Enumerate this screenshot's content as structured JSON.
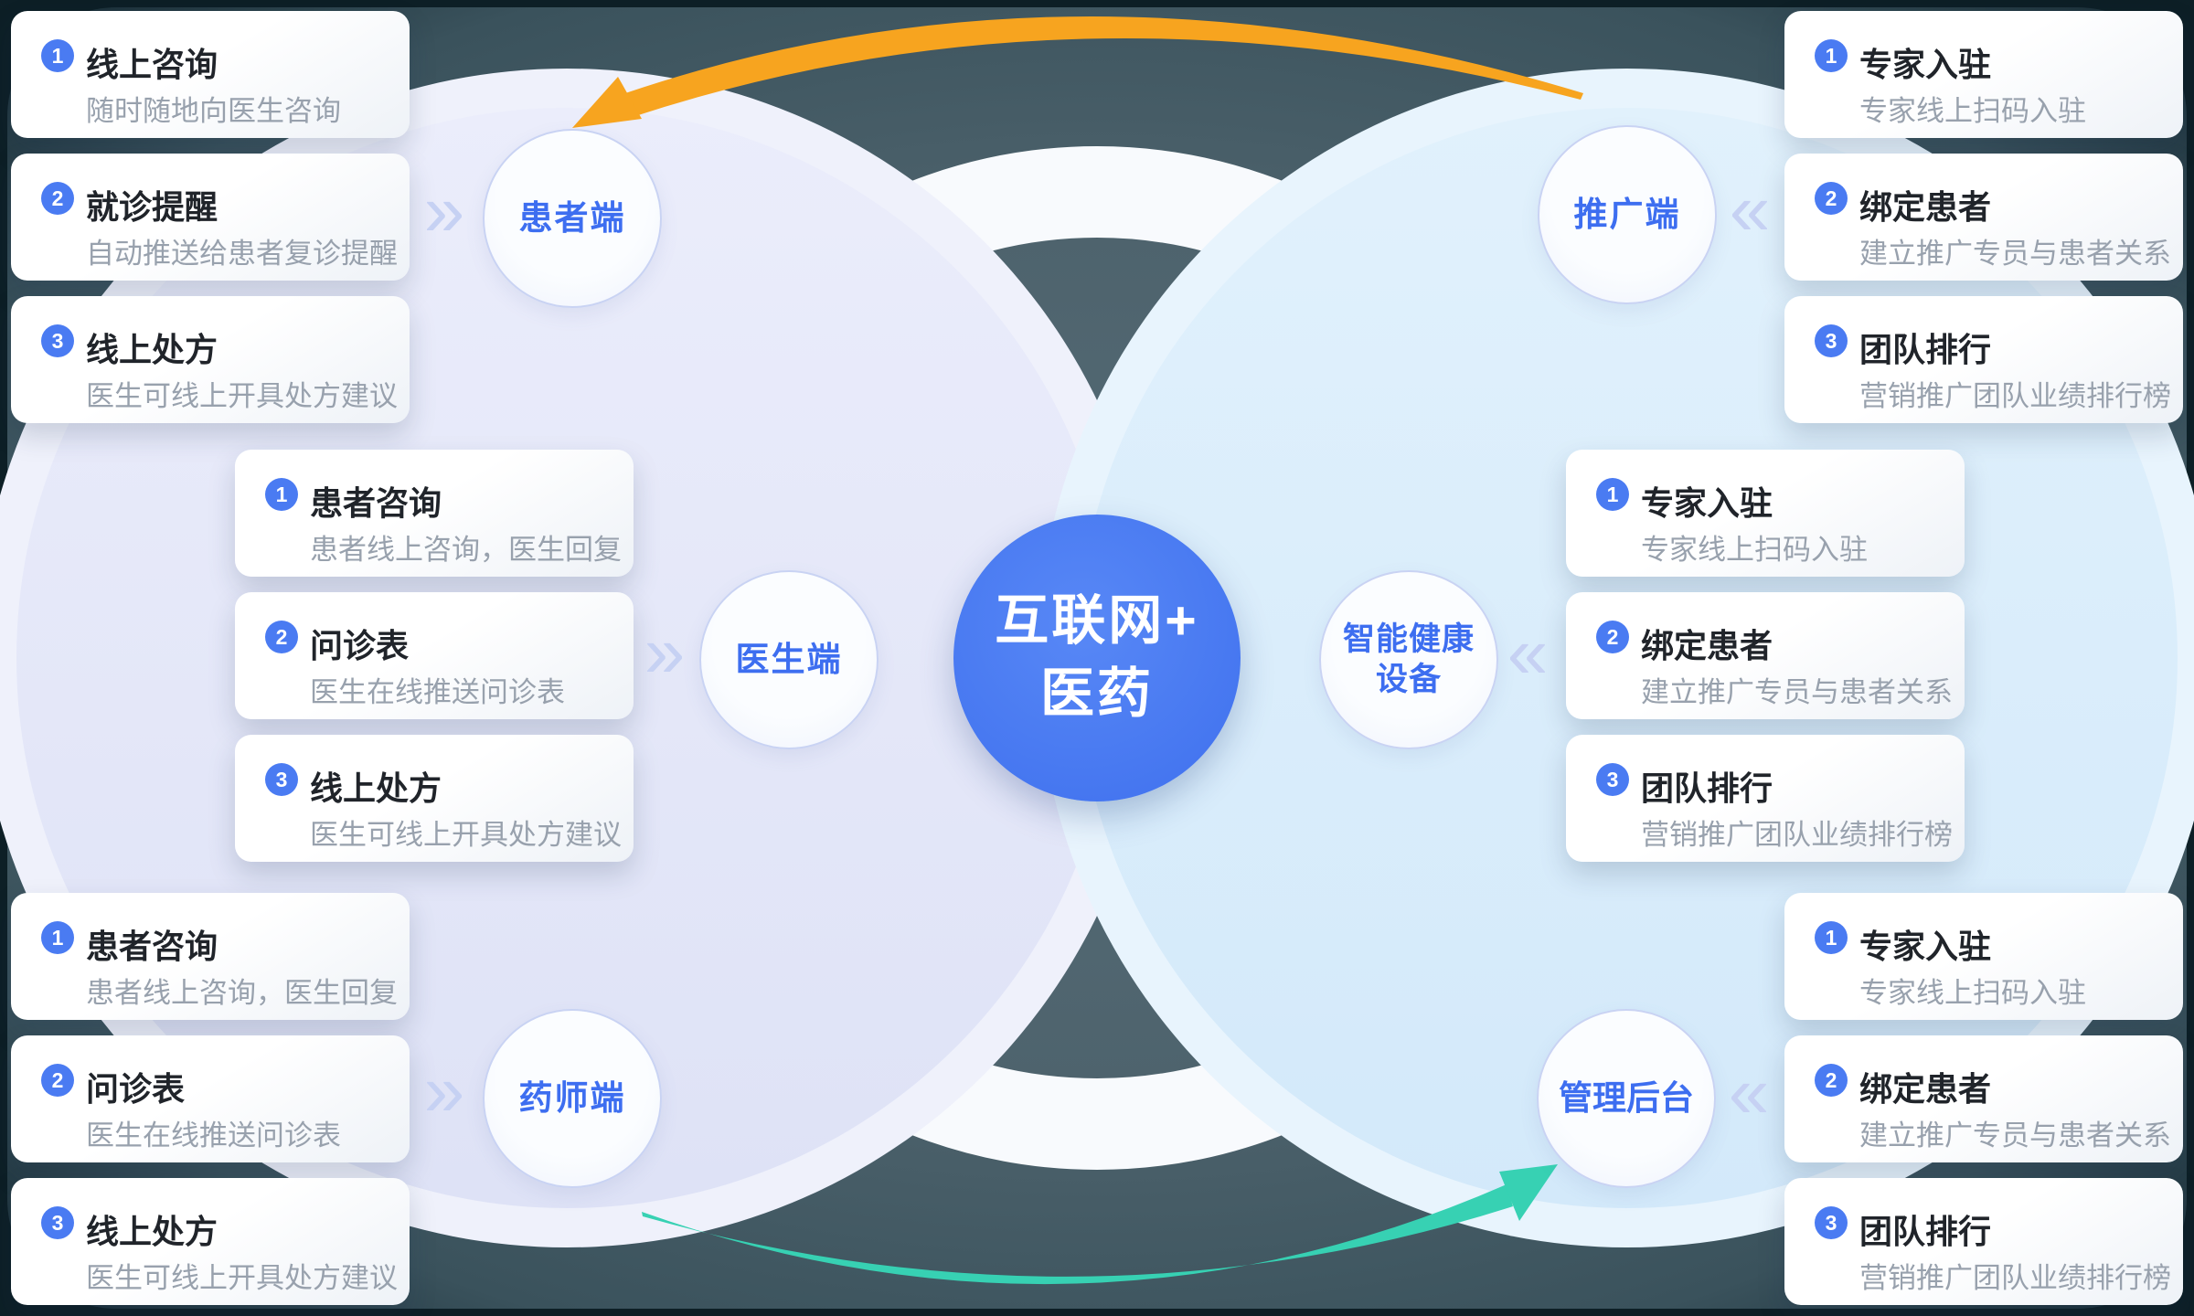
{
  "center_node": {
    "line1": "互联网+",
    "line2": "医药"
  },
  "nodes": {
    "patient": "患者端",
    "doctor": "医生端",
    "pharmacist": "药师端",
    "promoter": "推广端",
    "device_line1": "智能健康",
    "device_line2": "设备",
    "admin": "管理后台"
  },
  "icons": {
    "chevrons_right": "»",
    "chevrons_left": "«"
  },
  "groups": [
    {
      "node": "患者端",
      "items": [
        {
          "num": "1",
          "title": "线上咨询",
          "desc": "随时随地向医生咨询"
        },
        {
          "num": "2",
          "title": "就诊提醒",
          "desc": "自动推送给患者复诊提醒"
        },
        {
          "num": "3",
          "title": "线上处方",
          "desc": "医生可线上开具处方建议"
        }
      ]
    },
    {
      "node": "医生端",
      "items": [
        {
          "num": "1",
          "title": "患者咨询",
          "desc": "患者线上咨询，医生回复"
        },
        {
          "num": "2",
          "title": "问诊表",
          "desc": "医生在线推送问诊表"
        },
        {
          "num": "3",
          "title": "线上处方",
          "desc": "医生可线上开具处方建议"
        }
      ]
    },
    {
      "node": "药师端",
      "items": [
        {
          "num": "1",
          "title": "患者咨询",
          "desc": "患者线上咨询，医生回复"
        },
        {
          "num": "2",
          "title": "问诊表",
          "desc": "医生在线推送问诊表"
        },
        {
          "num": "3",
          "title": "线上处方",
          "desc": "医生可线上开具处方建议"
        }
      ]
    },
    {
      "node": "推广端",
      "items": [
        {
          "num": "1",
          "title": "专家入驻",
          "desc": "专家线上扫码入驻"
        },
        {
          "num": "2",
          "title": "绑定患者",
          "desc": "建立推广专员与患者关系"
        },
        {
          "num": "3",
          "title": "团队排行",
          "desc": "营销推广团队业绩排行榜"
        }
      ]
    },
    {
      "node": "智能健康设备",
      "items": [
        {
          "num": "1",
          "title": "专家入驻",
          "desc": "专家线上扫码入驻"
        },
        {
          "num": "2",
          "title": "绑定患者",
          "desc": "建立推广专员与患者关系"
        },
        {
          "num": "3",
          "title": "团队排行",
          "desc": "营销推广团队业绩排行榜"
        }
      ]
    },
    {
      "node": "管理后台",
      "items": [
        {
          "num": "1",
          "title": "专家入驻",
          "desc": "专家线上扫码入驻"
        },
        {
          "num": "2",
          "title": "绑定患者",
          "desc": "建立推广专员与患者关系"
        },
        {
          "num": "3",
          "title": "团队排行",
          "desc": "营销推广团队业绩排行榜"
        }
      ]
    }
  ],
  "colors": {
    "accent_blue": "#4576f0",
    "badge_blue": "#4a7bf2",
    "node_text_blue": "#3d6ef0",
    "orange_arrow": "#f7a41f",
    "teal_arrow": "#37d1b3",
    "dark_slate": "#4e636d",
    "dark_edge": "#0d1f26",
    "lavender_circle": "#e6e9f8",
    "blue_circle": "#d9edfb",
    "white_ring": "#f8fafd"
  }
}
